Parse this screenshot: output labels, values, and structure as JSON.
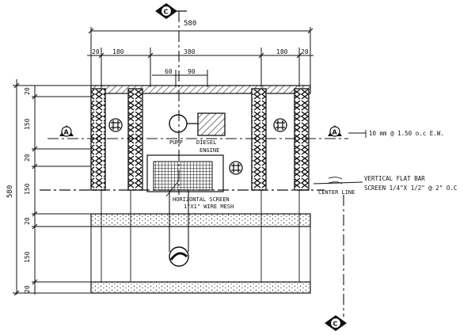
{
  "dimensions": {
    "overall_width": "580",
    "left_wall": "20",
    "left_bay": "180",
    "center_bay": "380",
    "right_bay": "180",
    "right_wall": "20",
    "pipe_left": "60",
    "pipe_right": "90",
    "overall_height": "580",
    "row_1": "20",
    "row_2": "150",
    "row_3": "20",
    "row_4": "150",
    "row_5": "20",
    "row_6": "150",
    "row_7": "20"
  },
  "section_markers": {
    "section_c_letter": "C",
    "section_a_letter": "A"
  },
  "labels": {
    "pump": "PUMP",
    "diesel_engine_line1": "DIESEL",
    "diesel_engine_line2": "ENGINE",
    "horizontal_screen_line1": "HORIZONTAL SCREEN",
    "horizontal_screen_line2": "1\"X1\" WIRE MESH",
    "center_line": "CENTER LINE",
    "rebar_note": "10 mm @ 1.50 o.c   E.W.",
    "vertical_screen_line1": "VERTICAL FLAT BAR",
    "vertical_screen_line2": "SCREEN 1/4\"X 1/2\" @ 2\" O.C"
  }
}
